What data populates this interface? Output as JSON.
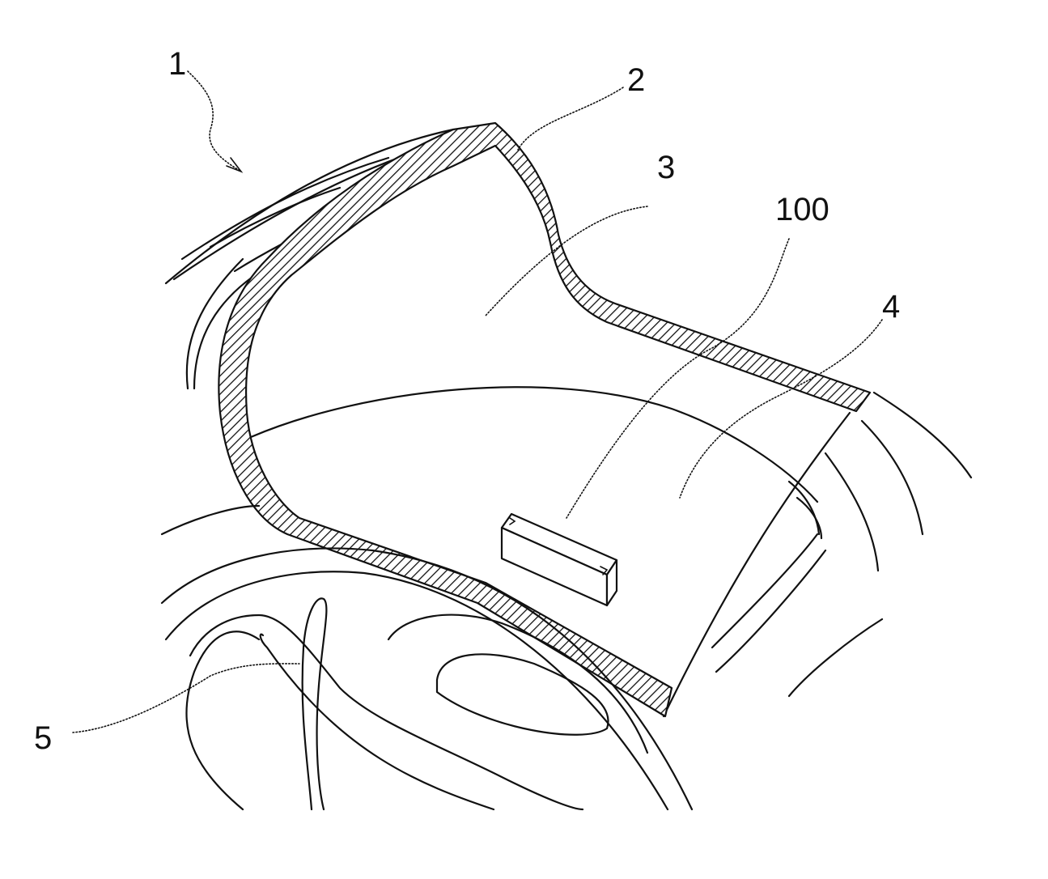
{
  "labels": {
    "tire": "1",
    "tread": "2",
    "inner_surface": "3",
    "inner_liner": "4",
    "rim": "5",
    "sensor": "100"
  }
}
